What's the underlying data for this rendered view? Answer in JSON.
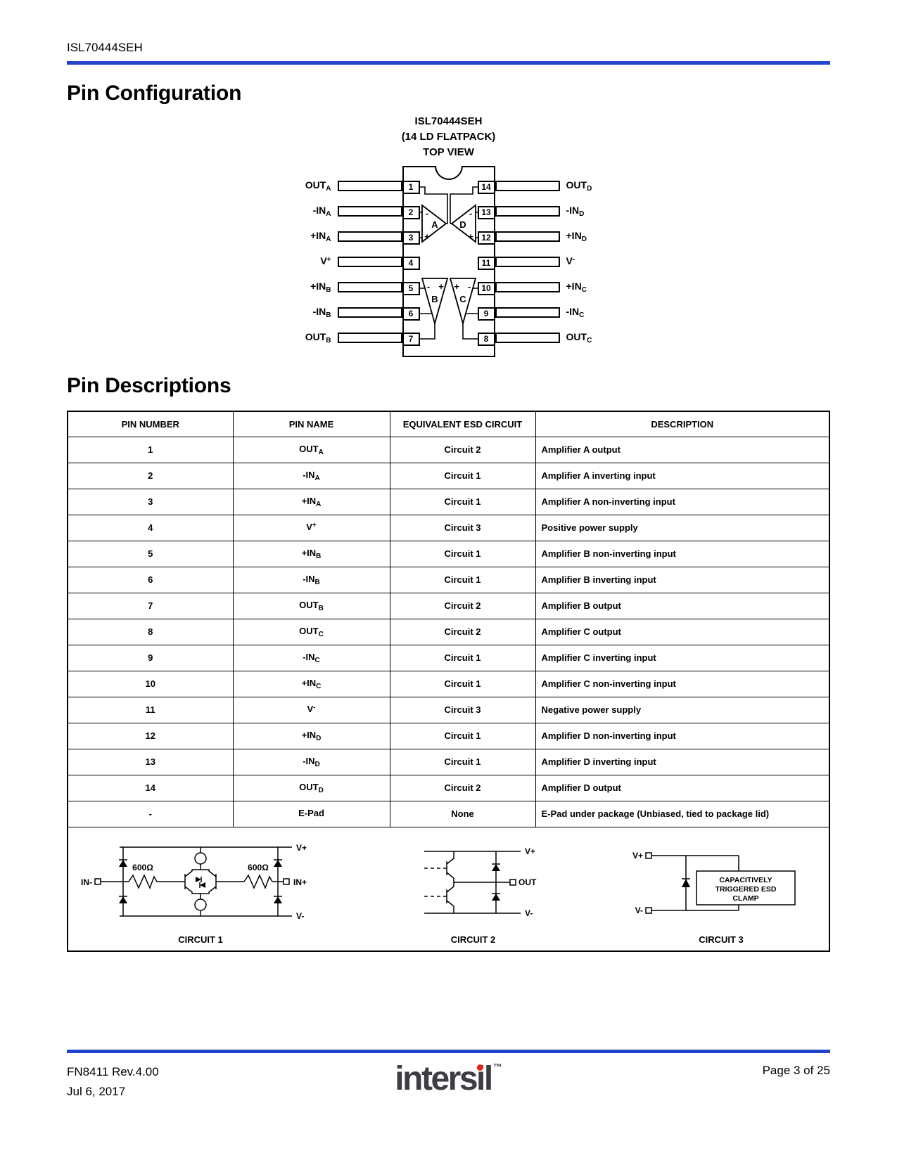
{
  "doc": {
    "part_number": "ISL70444SEH",
    "accent_color": "#2244cc",
    "logo_accent_color": "#e1251b"
  },
  "pin_configuration": {
    "title": "Pin Configuration",
    "chip": {
      "name": "ISL70444SEH",
      "package_type": "(14 LD FLATPACK)",
      "view": "TOP VIEW"
    },
    "left_pins": [
      {
        "number": "1",
        "main": "OUT",
        "sub": "A"
      },
      {
        "number": "2",
        "main": "-IN",
        "sub": "A"
      },
      {
        "number": "3",
        "main": "+IN",
        "sub": "A"
      },
      {
        "number": "4",
        "main": "V",
        "sup": "+"
      },
      {
        "number": "5",
        "main": "+IN",
        "sub": "B"
      },
      {
        "number": "6",
        "main": "-IN",
        "sub": "B"
      },
      {
        "number": "7",
        "main": "OUT",
        "sub": "B"
      }
    ],
    "right_pins": [
      {
        "number": "14",
        "main": "OUT",
        "sub": "D"
      },
      {
        "number": "13",
        "main": "-IN",
        "sub": "D"
      },
      {
        "number": "12",
        "main": "+IN",
        "sub": "D"
      },
      {
        "number": "11",
        "main": "V",
        "sup": "-"
      },
      {
        "number": "10",
        "main": "+IN",
        "sub": "C"
      },
      {
        "number": "9",
        "main": "-IN",
        "sub": "C"
      },
      {
        "number": "8",
        "main": "OUT",
        "sub": "C"
      }
    ],
    "amps": {
      "a": {
        "label": "A",
        "sign_top": "-",
        "sign_bottom": "+"
      },
      "d": {
        "label": "D",
        "sign_top": "-",
        "sign_bottom": "+"
      },
      "b": {
        "label": "B",
        "sign_left": "-",
        "sign_right": "+"
      },
      "c": {
        "label": "C",
        "sign_left": "+",
        "sign_right": "-"
      }
    }
  },
  "pin_descriptions": {
    "title": "Pin Descriptions",
    "headers": [
      "PIN NUMBER",
      "PIN NAME",
      "EQUIVALENT ESD CIRCUIT",
      "DESCRIPTION"
    ],
    "rows": [
      {
        "number": "1",
        "name_main": "OUT",
        "name_sub": "A",
        "circuit": "Circuit 2",
        "description": "Amplifier A output"
      },
      {
        "number": "2",
        "name_main": "-IN",
        "name_sub": "A",
        "circuit": "Circuit 1",
        "description": "Amplifier A inverting input"
      },
      {
        "number": "3",
        "name_main": "+IN",
        "name_sub": "A",
        "circuit": "Circuit 1",
        "description": "Amplifier A non-inverting input"
      },
      {
        "number": "4",
        "name_main": "V",
        "name_sup": "+",
        "circuit": "Circuit 3",
        "description": "Positive power supply"
      },
      {
        "number": "5",
        "name_main": "+IN",
        "name_sub": "B",
        "circuit": "Circuit 1",
        "description": "Amplifier B non-inverting input"
      },
      {
        "number": "6",
        "name_main": "-IN",
        "name_sub": "B",
        "circuit": "Circuit 1",
        "description": "Amplifier B inverting input"
      },
      {
        "number": "7",
        "name_main": "OUT",
        "name_sub": "B",
        "circuit": "Circuit 2",
        "description": "Amplifier B output"
      },
      {
        "number": "8",
        "name_main": "OUT",
        "name_sub": "C",
        "circuit": "Circuit 2",
        "description": "Amplifier C output"
      },
      {
        "number": "9",
        "name_main": "-IN",
        "name_sub": "C",
        "circuit": "Circuit 1",
        "description": "Amplifier C inverting input"
      },
      {
        "number": "10",
        "name_main": "+IN",
        "name_sub": "C",
        "circuit": "Circuit 1",
        "description": "Amplifier C non-inverting input"
      },
      {
        "number": "11",
        "name_main": "V",
        "name_sup": "-",
        "circuit": "Circuit 3",
        "description": "Negative power supply"
      },
      {
        "number": "12",
        "name_main": "+IN",
        "name_sub": "D",
        "circuit": "Circuit 1",
        "description": "Amplifier D non-inverting input"
      },
      {
        "number": "13",
        "name_main": "-IN",
        "name_sub": "D",
        "circuit": "Circuit 1",
        "description": "Amplifier D inverting input"
      },
      {
        "number": "14",
        "name_main": "OUT",
        "name_sub": "D",
        "circuit": "Circuit 2",
        "description": "Amplifier D output"
      },
      {
        "number": "-",
        "name_main": "E-Pad",
        "circuit": "None",
        "description": "E-Pad under package (Unbiased, tied to package lid)"
      }
    ],
    "esd_circuits": {
      "circuit1": {
        "label": "CIRCUIT 1",
        "in_minus": "IN-",
        "in_plus": "IN+",
        "res_left": "600Ω",
        "res_right": "600Ω",
        "v_plus": "V+",
        "v_minus": "V-"
      },
      "circuit2": {
        "label": "CIRCUIT 2",
        "v_plus": "V+",
        "v_minus": "V-",
        "out": "OUT"
      },
      "circuit3": {
        "label": "CIRCUIT 3",
        "v_plus": "V+",
        "v_minus": "V-",
        "clamp_line1": "CAPACITIVELY",
        "clamp_line2": "TRIGGERED ESD",
        "clamp_line3": "CLAMP"
      }
    }
  },
  "footer": {
    "doc_number": "FN8411 Rev.4.00",
    "date": "Jul 6, 2017",
    "page": "Page 3 of 25",
    "logo": {
      "pre": "inters",
      "accent_i": "i",
      "post": "l",
      "tm": "™"
    }
  }
}
